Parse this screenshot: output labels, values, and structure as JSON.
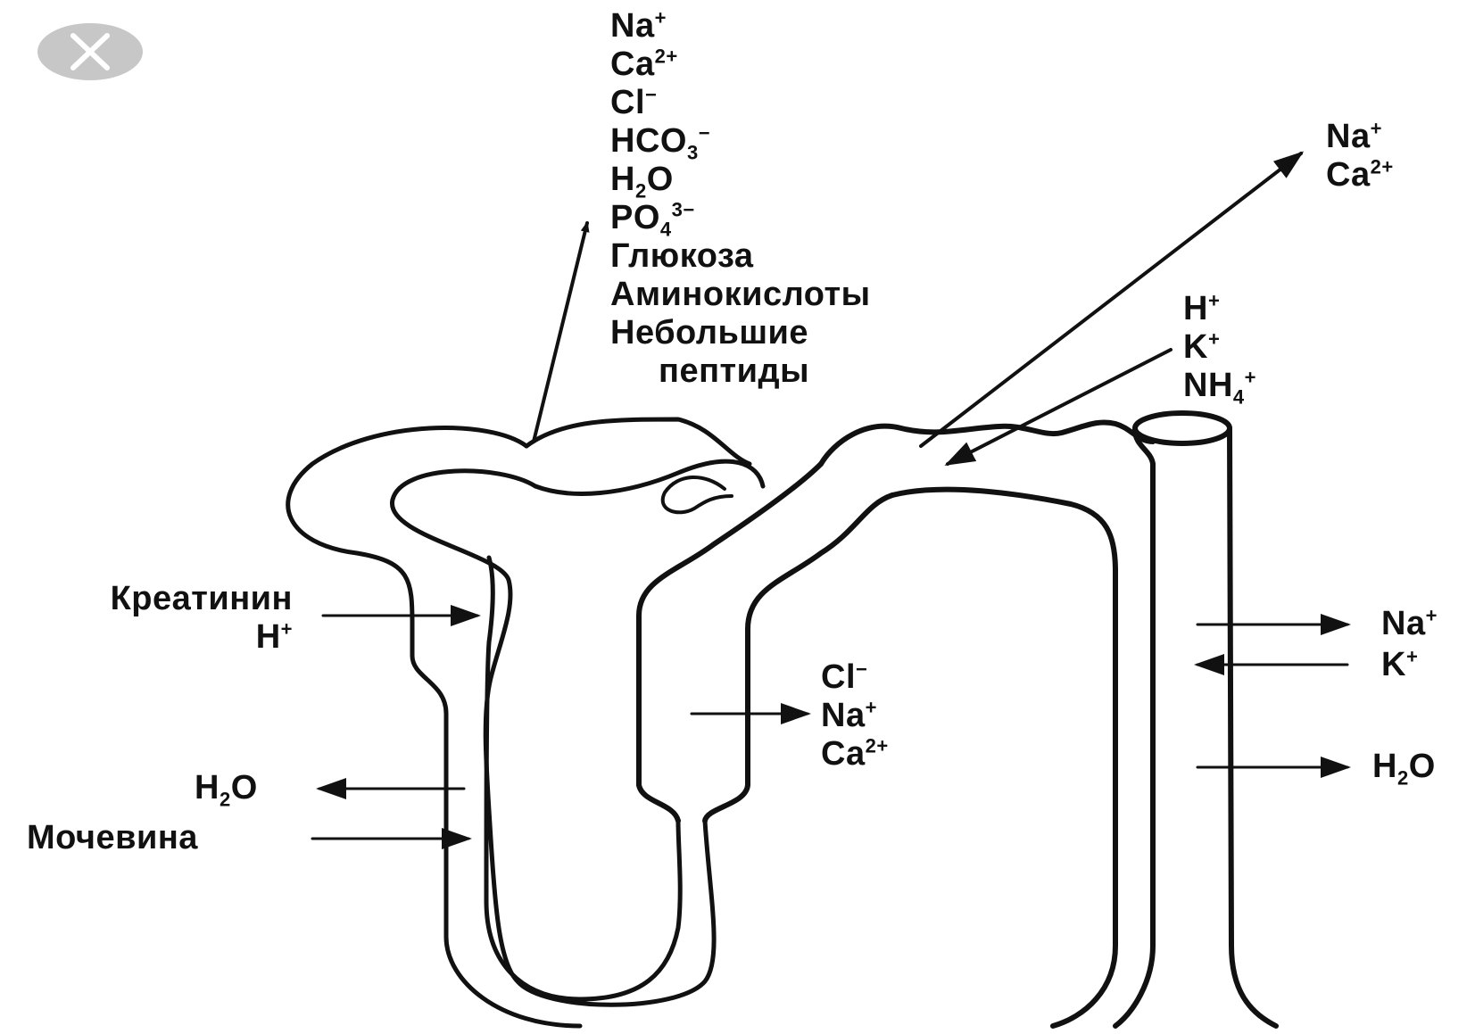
{
  "close": {
    "icon": "close-icon"
  },
  "labels": {
    "na_plus": "Na",
    "ca": "Ca",
    "cl": "Cl",
    "hco3": "HCO",
    "h2o": "H",
    "po4": "PO",
    "glucose": "Глюкоза",
    "amino": "Аминокислоты",
    "small": "Небольшие",
    "peptides": "пептиды",
    "creatinine": "Креатинин",
    "urea": "Мочевина",
    "nh4": "NH",
    "h": "H",
    "k": "K"
  },
  "colors": {
    "ink": "#111111",
    "close_bg": "#c7c7c7"
  }
}
